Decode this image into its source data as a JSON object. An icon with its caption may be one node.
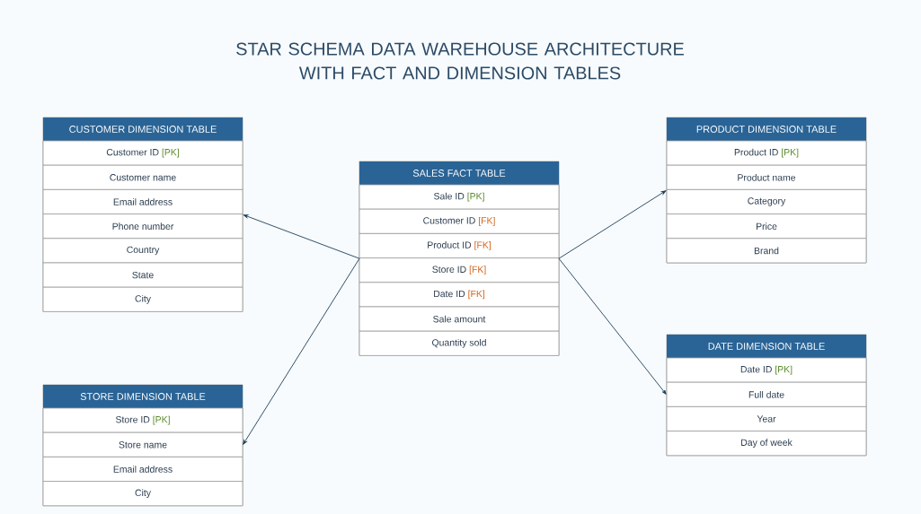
{
  "diagram": {
    "title": "STAR SCHEMA DATA WAREHOUSE ARCHITECTURE WITH FACT AND DIMENSION TABLES",
    "nodes": [
      {
        "text": [
          "CUSTOMER DIMENSION TABLE"
        ]
      },
      {
        "text": [
          "Customer ID",
          "[PK]"
        ],
        "in": 0
      },
      {
        "text": [
          "Customer name"
        ],
        "in": 0
      },
      {
        "text": [
          "Email address"
        ],
        "in": 0
      },
      {
        "text": [
          "Phone number"
        ],
        "in": 0
      },
      {
        "text": [
          "Country"
        ],
        "in": 0
      },
      {
        "text": [
          "State"
        ],
        "in": 0
      },
      {
        "text": [
          "City"
        ],
        "in": 0
      },
      {
        "text": [
          "SALES FACT TABLE"
        ]
      },
      {
        "text": [
          "Sale ID",
          "[PK]"
        ],
        "in": 8
      },
      {
        "text": [
          "Customer ID",
          "[FK]"
        ],
        "in": 8
      },
      {
        "text": [
          "Product ID",
          "[FK]"
        ],
        "in": 8
      },
      {
        "text": [
          "Store ID",
          "[FK]"
        ],
        "in": 8
      },
      {
        "text": [
          "Date ID",
          "[FK]"
        ],
        "in": 8
      },
      {
        "text": [
          "Sale amount"
        ],
        "in": 8
      },
      {
        "text": [
          "Quantity sold"
        ],
        "in": 8
      },
      {
        "text": [
          "PRODUCT DIMENSION TABLE"
        ]
      },
      {
        "text": [
          "Product ID",
          "[PK]"
        ],
        "in": 16
      },
      {
        "text": [
          "Product name"
        ],
        "in": 16
      },
      {
        "text": [
          "Category"
        ],
        "in": 16
      },
      {
        "text": [
          "Price"
        ],
        "in": 16
      },
      {
        "text": [
          "Brand"
        ],
        "in": 16
      },
      {
        "text": [
          "STORE DIMENSION TABLE"
        ]
      },
      {
        "text": [
          "Store ID",
          "[PK]"
        ],
        "in": 22
      },
      {
        "text": [
          "Store name"
        ],
        "in": 22
      },
      {
        "text": [
          "Email address"
        ],
        "in": 22
      },
      {
        "text": [
          "City"
        ],
        "in": 22
      },
      {
        "text": [
          "DATE DIMENSION TABLE"
        ]
      },
      {
        "text": [
          "Date ID",
          "[PK]"
        ],
        "in": 27
      },
      {
        "text": [
          "Full date"
        ],
        "in": 27
      },
      {
        "text": [
          "Year"
        ],
        "in": 27
      },
      {
        "text": [
          "Day of week"
        ],
        "in": 27
      }
    ],
    "edges": [
      {
        "from": 8,
        "to": 0,
        "arrow": "to"
      },
      {
        "from": 8,
        "to": 22,
        "arrow": "to"
      },
      {
        "from": 8,
        "to": 16,
        "arrow": "to"
      },
      {
        "from": 8,
        "to": 27,
        "arrow": "to"
      }
    ]
  }
}
